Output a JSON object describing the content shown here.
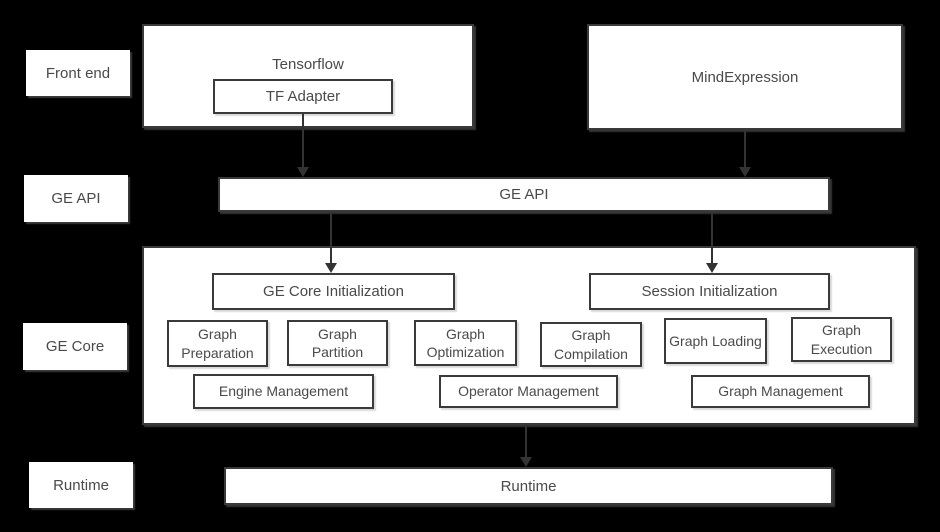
{
  "row_labels": {
    "front_end": "Front end",
    "ge_api": "GE API",
    "ge_core": "GE Core",
    "runtime": "Runtime"
  },
  "front_end": {
    "tensorflow_title": "Tensorflow",
    "tf_adapter": "TF Adapter",
    "mind_expression": "MindExpression"
  },
  "ge_api": {
    "bar_label": "GE API"
  },
  "ge_core": {
    "ge_core_init": "GE Core Initialization",
    "session_init": "Session Initialization",
    "graph_preparation": "Graph Preparation",
    "graph_partition": "Graph Partition",
    "graph_optimization": "Graph Optimization",
    "graph_compilation": "Graph Compilation",
    "graph_loading": "Graph Loading",
    "graph_execution": "Graph Execution",
    "engine_management": "Engine Management",
    "operator_management": "Operator Management",
    "graph_management": "Graph Management"
  },
  "runtime": {
    "bar_label": "Runtime"
  },
  "colors": {
    "background": "#000000",
    "box_fill": "#ffffff",
    "box_border": "#3a3a3a",
    "text": "#4a4a4a",
    "arrow": "#333333"
  }
}
